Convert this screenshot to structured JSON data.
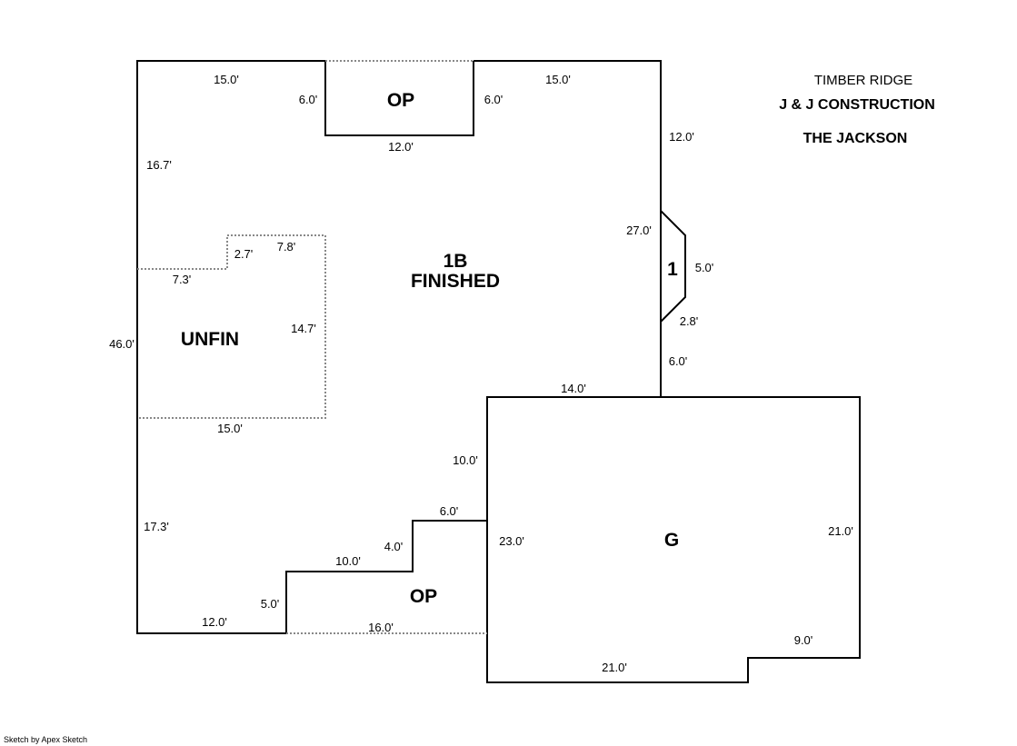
{
  "header": {
    "subdivision": "TIMBER RIDGE",
    "builder": "J & J CONSTRUCTION",
    "model": "THE JACKSON"
  },
  "areas": {
    "main": [
      "1B",
      "FINISHED"
    ],
    "unfin": "UNFIN",
    "op_top": "OP",
    "op_bottom": "OP",
    "garage": "G",
    "bay": "1"
  },
  "dims": {
    "top_left": "15.0'",
    "op_left": "6.0'",
    "op_right": "6.0'",
    "op_bottom": "12.0'",
    "top_right": "15.0'",
    "right_upper": "12.0'",
    "bay_27": "27.0'",
    "bay_depth": "5.0'",
    "bay_diag": "2.8'",
    "right_lower": "6.0'",
    "garage_top": "14.0'",
    "left_upper": "16.7'",
    "left_total": "46.0'",
    "left_lower": "17.3'",
    "unfin_2_7": "2.7'",
    "unfin_7_8": "7.8'",
    "unfin_7_3": "7.3'",
    "unfin_14_7": "14.7'",
    "unfin_15": "15.0'",
    "step_10_upper": "10.0'",
    "step_6": "6.0'",
    "step_4": "4.0'",
    "step_10": "10.0'",
    "step_5": "5.0'",
    "bottom_12": "12.0'",
    "op_16": "16.0'",
    "garage_left": "23.0'",
    "garage_right": "21.0'",
    "garage_bottom": "21.0'",
    "garage_notch": "9.0'"
  },
  "footer": "Sketch by Apex Sketch"
}
